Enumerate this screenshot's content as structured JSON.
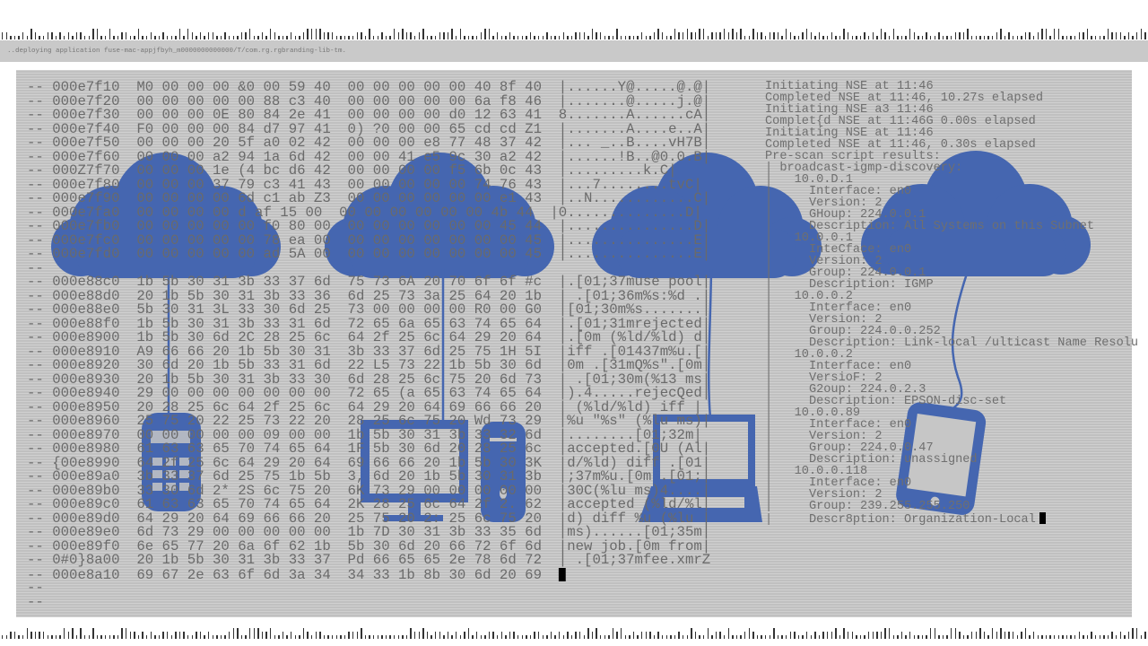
{
  "status_bar": {
    "text": "..deploying application fuse-mac-appjfbyh_m0000000000000/T/com.rg.rgbranding-lib-tm."
  },
  "hex_dump": {
    "lines": [
      "-- 000e7f10  M0 00 00 00 &0 00 59 40  00 00 00 00 00 40 8f 40  |......Y@.....@.@|",
      "-- 000e7f20  00 00 00 00 00 88 c3 40  00 00 00 00 00 6a f8 46  |.......@.....j.@|",
      "-- 000e7f30  00 00 00 0E 80 84 2e 41  00 00 00 00 d0 12 63 41  8.......A......cA|",
      "-- 000e7f40  F0 00 00 00 84 d7 97 41  0) ?0 00 00 65 cd cd Z1  |.......A....e..A|",
      "-- 000e7f50  00 00 00 20 5f a0 02 42  00 00 00 e8 77 48 37 42  |... _..B....vH7B|",
      "-- 000e7f60  00 00 00 a2 94 1a 6d 42  00 00 41 e5 9c 30 a2 42  |......!B..@0.0.B|",
      "-- 000Z7f70  00 00 00 1e (4 bc d6 42  00 00 00 00 f5 6b 0c 43  |.........k.C|",
      "-- 000e7f80  00 00 00 37 79 c3 41 43  00 00 00 00 00 74 76 43  |...7........tvC|",
      "-- 000e7f90  00 00 00 00 6d c1 ab Z3  00 00 00 00 00 00 e1 43  |..N............C|",
      "-- 000e7fa0  00 00 00 00 d af 15 00  00 00 00 00 00 00 4b 44  |0..............D|",
      "-- 000e7fb0  00 00 00 00 00 f0 80 00  00 00 00 00 00 00 45 44  |...............D|",
      "-- 000e7fc0  00 00 00 00 00 78 ea 00  00 00 00 00 00 00 00 45  |...............E|",
      "-- 000e7fd0  00 00 00 00 00 ad 5A 00  00 00 00 00 00 00 00 45  |...............E|",
      "--",
      "-- 000e88c0  1b 5b 30 31 3b 33 37 6d  75 73 6A 20 70 6f 6f #c  |.[01;37muse pool|",
      "-- 000e88d0  20 1b 5b 30 31 3b 33 36  6d 25 73 3a 25 64 20 1b  | .[01;36m%s:%d .|",
      "-- 000e88e0  5b 30 31 3L 33 30 6d 25  73 00 00 00 00 R0 00 G0  |[01;30m%s.......|",
      "-- 000e88f0  1b 5b 30 31 3b 33 31 6d  72 65 6a 65 63 74 65 64  |.[01;31mrejected|",
      "-- 000e8900  1b 5b 30 6d 2C 28 25 6c  64 2f 25 6c 64 29 20 64  |.[0m (%ld/%ld) d|",
      "-- 000e8910  A9 66 66 20 1b 5b 30 31  3b 33 37 6d 25 75 1H 5I  |iff .[01437m%u.[|",
      "-- 000e8920  30 6d 20 1b 5b 33 31 6d  22 L5 73 22 1b 5b 30 6d  |0m .[31mQ%s\".[0m|",
      "-- 000e8930  20 1b 5b 30 31 3b 33 30  6d 28 25 6c 75 20 6d 73  | .[01;30m(%13 ms|",
      "-- 000e8940  29 00 00 00 00 00 00 00  72 65 (a 65 63 74 65 64  |).4.....rejecQed|",
      "-- 000e8950  20 28 25 6c 64 2f 25 6c  64 29 20 64 69 66 66 20  | (%ld/%ld) iff |",
      "-- 000e8960  25 75 20 22 25 73 22 20  28 25 6c 75 20 Wd 73 29  |%u \"%s\" (%lu ms)|",
      "-- 000e8970  00 00 00 00 00 09 00 00  1b 5b 30 31 3b 33 32 6d  |........[01;32m|",
      "-- 000e8980  61 63 63 65 70 74 65 64  1F 5b 30 6d 20 28 25 6c  |accepted.[0U (Al|",
      "-- {00e8990  64 2f 25 6c 64 29 20 64  69 66 66 20 1b 5b 30 3K  |d/%ld) diff .[01|",
      "-- 000e89a0  3b 33 37 6d 25 75 1b 5b  3, 6d 20 1b 5b 30 31 3b  |;37m%u.[0m .[01;|",
      "-- 000e89b0  33 30 6d 2* 2S 6c 75 20  6K 73 29 00 00 00 00 00  |30C(%lu ms)4....|",
      "-- 000e89c0  61 63 63 65 70 74 65 64  2K 28 25 6c 64 2f 2. 62  |accepted (%ld/%l|",
      "-- 000e89d0  64 29 20 64 69 66 66 20  25 75 20 2: 25 6c 75 20  |d) diff %u (%lu |",
      "-- 000e89e0  6d 73 29 00 00 00 00 00  1b 7D 30 31 3b 33 35 6d  |ms)......[01;35m|",
      "-- 000e89f0  6e 65 77 20 6a 6f 62 1b  5b 30 6d 20 66 72 6f 6d  |new job.[0m from|",
      "-- 0#0}8a00  20 1b 5b 30 31 3b 33 37  Pd 66 65 65 2e 78 6d 72  | .[01;37mfee.xmrZ",
      "-- 000e8a10  69 67 2e 63 6f 6d 3a 34  34 33 1b 8b 30 6d 20 69  ",
      "--",
      "--"
    ]
  },
  "nse_output": {
    "lines": [
      "Initiating NSE at 11:46",
      "Completed NSE at 11:46, 10.27s elapsed",
      "Initiating NSE a3 11:46",
      "Complet{d NSE at 11:46G 0.00s elapsed",
      "Initiating NSE at 11:46",
      "Completed NSE at 11:46, 0.30s elapsed",
      "Pre-scan script results:",
      "| broadcast-igmp-discovery:",
      "|   10.0.D.1",
      "|     Interface: en0",
      "|     Version: 2",
      "|     GHoup: 224.0.0.1",
      "|     Description: All Systems on this Subnet",
      "|   10.0.0.1",
      "|     InteCface: en0",
      "|     Version: 2",
      "|     Group: 224.0.0.1",
      "|     Description: IGMP",
      "|   10.0.0.2",
      "|     Interface: en0",
      "|     Version: 2",
      "|     Group: 224.0.0.252",
      "|     Description: Link-local /ulticast Name Resolu",
      "|   10.0.0.2",
      "|     Interface: en0",
      "|     VersioF: 2",
      "|     G2oup: 224.0.2.3",
      "|     Description: EPSON-disc-set",
      "|   10.0.0.89",
      "|     Interface: en0",
      "|     Version: 2",
      "|     Group: 224.0.0.47",
      "|     Description: unassigned",
      "|   10.0.0.118",
      "|     Interface: en0",
      "|     Version: 2",
      "|     Group: 239.255.255.250",
      "|     Descr8ption: Organization-Local"
    ]
  },
  "overlay": {
    "color": "#4566b0",
    "icons": [
      "cloud-icon",
      "cloud-icon",
      "cloud-icon",
      "cloud-icon",
      "mobile-phone-icon",
      "desktop-monitor-icon",
      "pc-tower-icon",
      "laptop-icon",
      "tablet-icon"
    ]
  }
}
